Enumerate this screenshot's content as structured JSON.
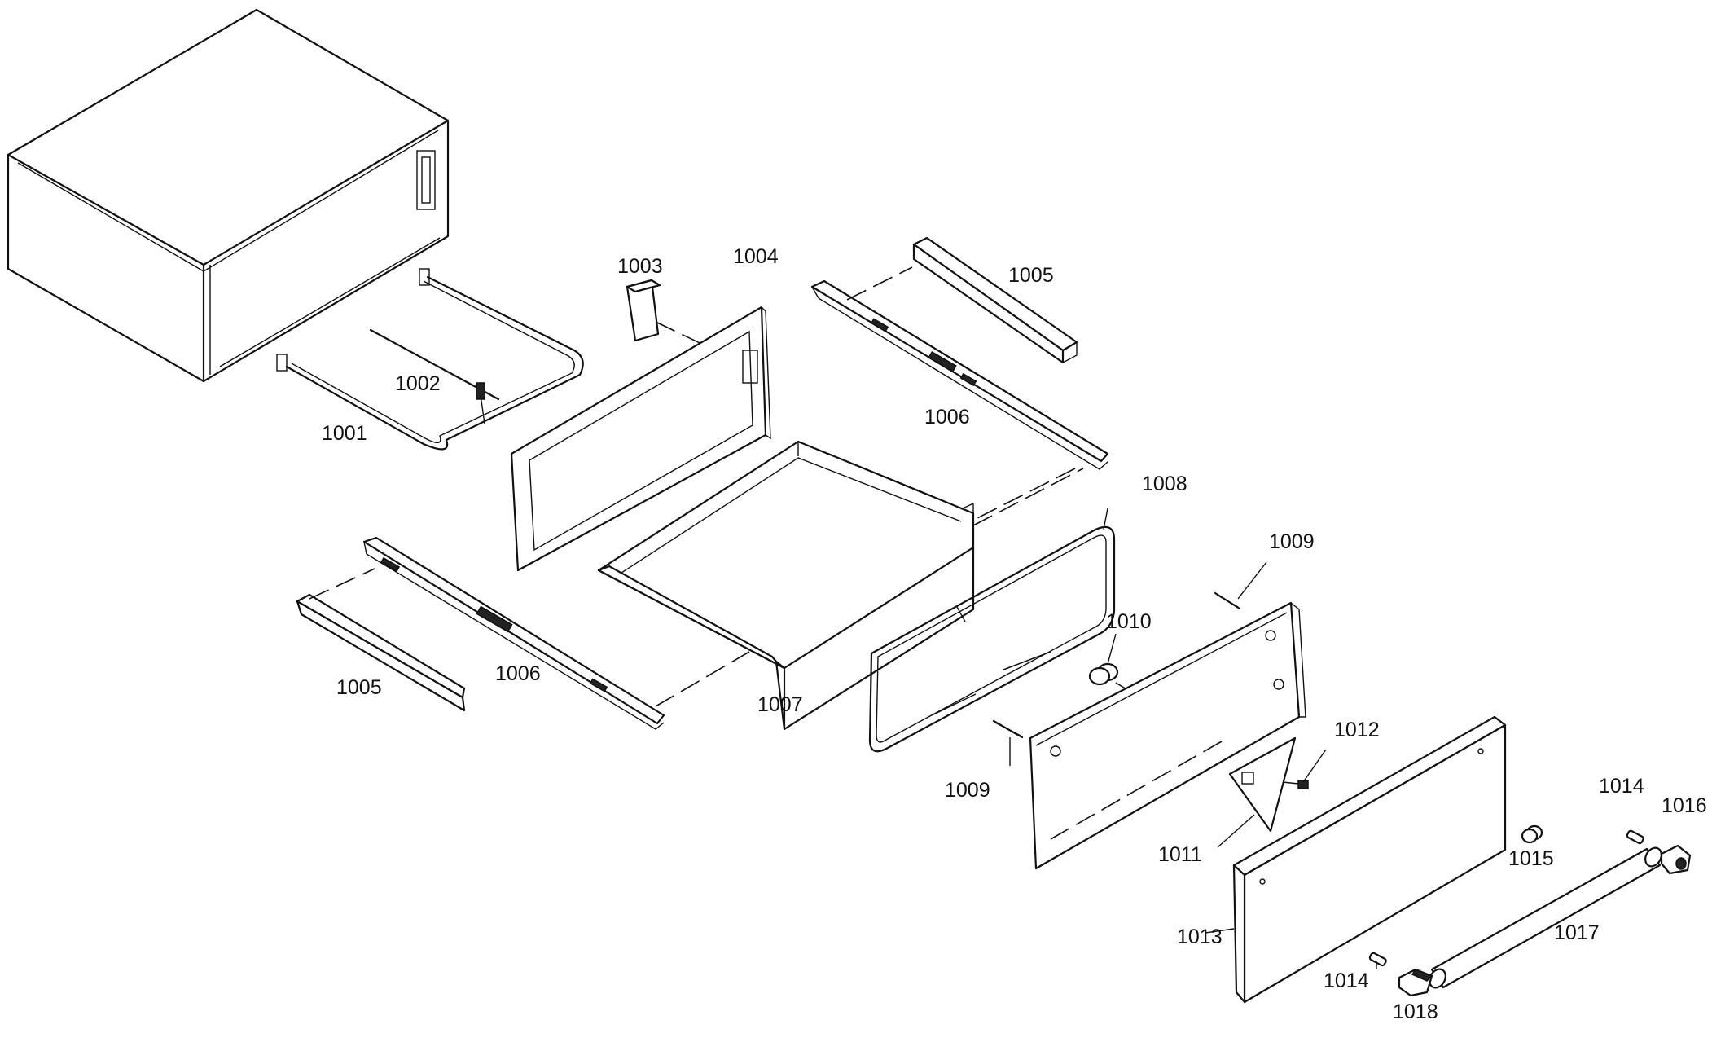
{
  "labels": {
    "l1001": "1001",
    "l1002": "1002",
    "l1003": "1003",
    "l1004": "1004",
    "l1005a": "1005",
    "l1005b": "1005",
    "l1006a": "1006",
    "l1006b": "1006",
    "l1007": "1007",
    "l1008": "1008",
    "l1009a": "1009",
    "l1009b": "1009",
    "l1010": "1010",
    "l1011": "1011",
    "l1012": "1012",
    "l1013": "1013",
    "l1014a": "1014",
    "l1014b": "1014",
    "l1015": "1015",
    "l1016": "1016",
    "l1017": "1017",
    "l1018": "1018"
  }
}
